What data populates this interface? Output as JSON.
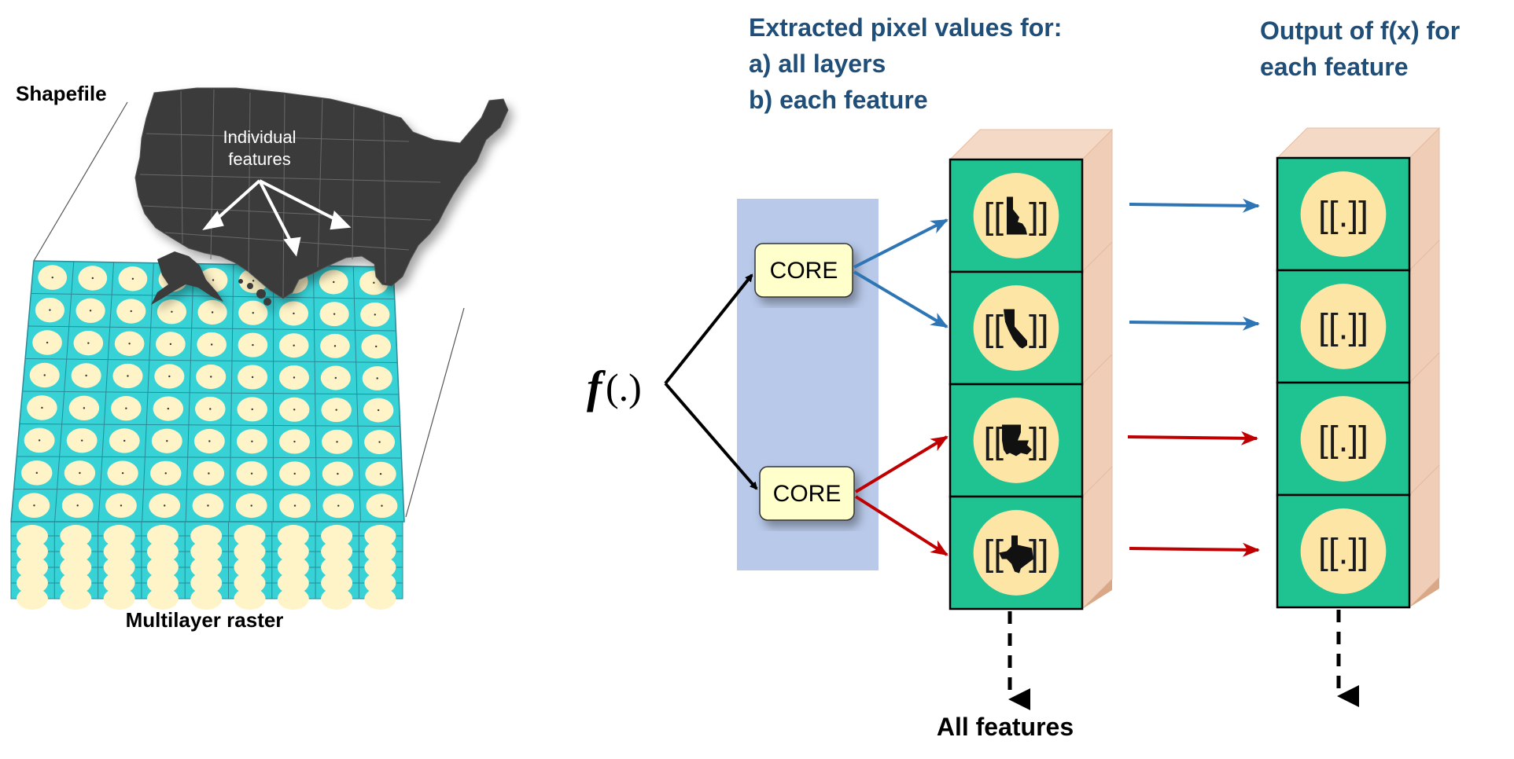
{
  "labels": {
    "shapefile": "Shapefile",
    "individual_features_line1": "Individual",
    "individual_features_line2": "features",
    "multilayer_raster": "Multilayer raster",
    "function_symbol": "f",
    "function_args": "(.)",
    "core_top": "CORE",
    "core_bottom": "CORE",
    "extracted_line1": "Extracted pixel values for:",
    "extracted_line2": "a)  all layers",
    "extracted_line3": "b)  each feature",
    "output_line1": "Output of f(x) for",
    "output_line2": "each feature",
    "all_features": "All features"
  },
  "extracted_cells": [
    {
      "open": "[[",
      "close": "]]",
      "feature": "idaho"
    },
    {
      "open": "[[",
      "close": "]]",
      "feature": "california"
    },
    {
      "open": "[[",
      "close": "]]",
      "feature": "louisiana"
    },
    {
      "open": "[[",
      "close": "]]",
      "feature": "texas"
    }
  ],
  "output_cells": [
    "[[.]]",
    "[[.]]",
    "[[.]]",
    "[[.]]"
  ],
  "colors": {
    "header_text": "#1f4e79",
    "cell_green": "#1fc392",
    "cell_circle": "#fde5a6",
    "box_shadow_side": "#f0cdb6",
    "core_fill": "#ffffcc",
    "shade_panel": "#b8c9e9",
    "blue_arrow": "#2e75b6",
    "red_arrow": "#c00000",
    "raster_cyan": "#36d2d6",
    "map_dark": "#3a3a3a"
  }
}
